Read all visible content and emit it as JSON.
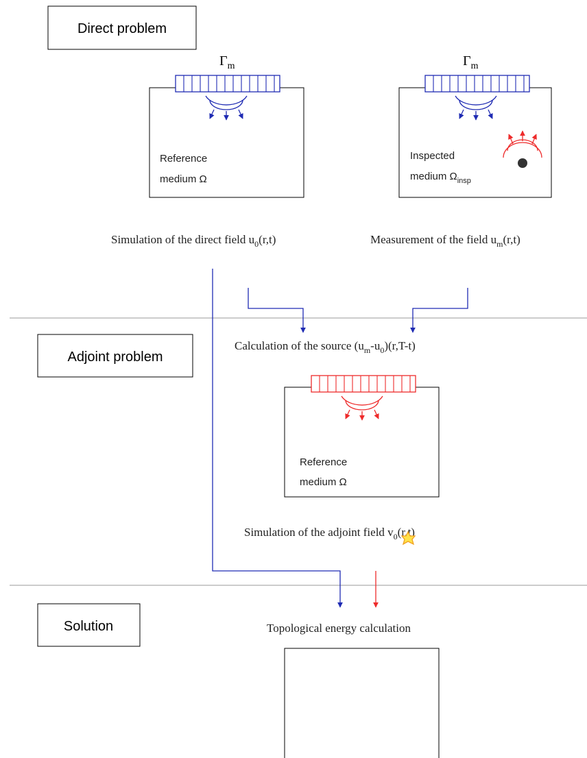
{
  "sections": {
    "direct": "Direct problem",
    "adjoint": "Adjoint problem",
    "solution": "Solution"
  },
  "direct": {
    "left_panel": {
      "sensor_label": "Γ",
      "sensor_label_sub": "m",
      "medium_line1": "Reference",
      "medium_line2": "medium Ω"
    },
    "right_panel": {
      "sensor_label": "Γ",
      "sensor_label_sub": "m",
      "medium_line1": "Inspected",
      "medium_line2": "medium Ω",
      "medium_line2_sub": "insp"
    },
    "left_caption": {
      "text": "Simulation of the direct field u",
      "sub": "0",
      "tail": "(r,t)"
    },
    "right_caption": {
      "text": "Measurement of the field u",
      "sub": "m",
      "tail": "(r,t)"
    }
  },
  "adjoint": {
    "source_caption": {
      "p1": "Calculation of the source (u",
      "s1": "m",
      "p2": "-u",
      "s2": "0",
      "p3": ")(r,T-t)"
    },
    "medium_line1": "Reference",
    "medium_line2": "medium Ω",
    "field_caption": {
      "text": "Simulation of the adjoint field v",
      "sub": "0",
      "tail": "(r,t)"
    }
  },
  "solution": {
    "caption": "Topological energy calculation"
  },
  "colors": {
    "blue": "#1f2bb3",
    "red": "#ee2b2b",
    "black": "#000000",
    "divider": "#9a9a9a",
    "star_fill": "#ffe24a",
    "star_stroke": "#f0a020",
    "scatterer": "#333333"
  }
}
